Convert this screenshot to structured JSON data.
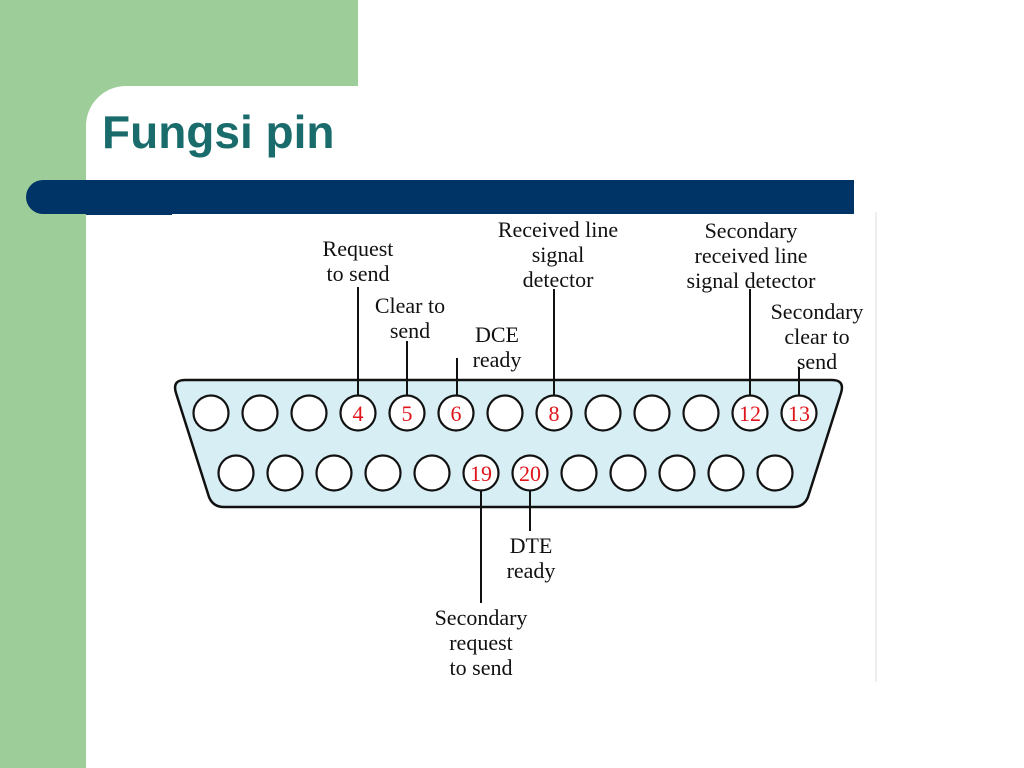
{
  "slide": {
    "title": "Fungsi pin"
  },
  "colors": {
    "side_panel": "#9dcd98",
    "title_text": "#1a6b6b",
    "title_bar": "#003366",
    "connector_fill": "#d7eff4",
    "pin_number": "#e0141b"
  },
  "connector": {
    "top_row_pins": [
      "",
      "",
      "",
      "4",
      "5",
      "6",
      "",
      "8",
      "",
      "",
      "",
      "12",
      "13"
    ],
    "bottom_row_pins": [
      "",
      "",
      "",
      "",
      "",
      "19",
      "20",
      "",
      "",
      "",
      "",
      ""
    ]
  },
  "labels": {
    "pin4": [
      "Request",
      "to send"
    ],
    "pin5": [
      "Clear to",
      "send"
    ],
    "pin6": [
      "DCE",
      "ready"
    ],
    "pin8": [
      "Received line",
      "signal",
      "detector"
    ],
    "pin12": [
      "Secondary",
      "received line",
      "signal detector"
    ],
    "pin13": [
      "Secondary",
      "clear to",
      "send"
    ],
    "pin19": [
      "Secondary",
      "request",
      "to send"
    ],
    "pin20": [
      "DTE",
      "ready"
    ]
  }
}
